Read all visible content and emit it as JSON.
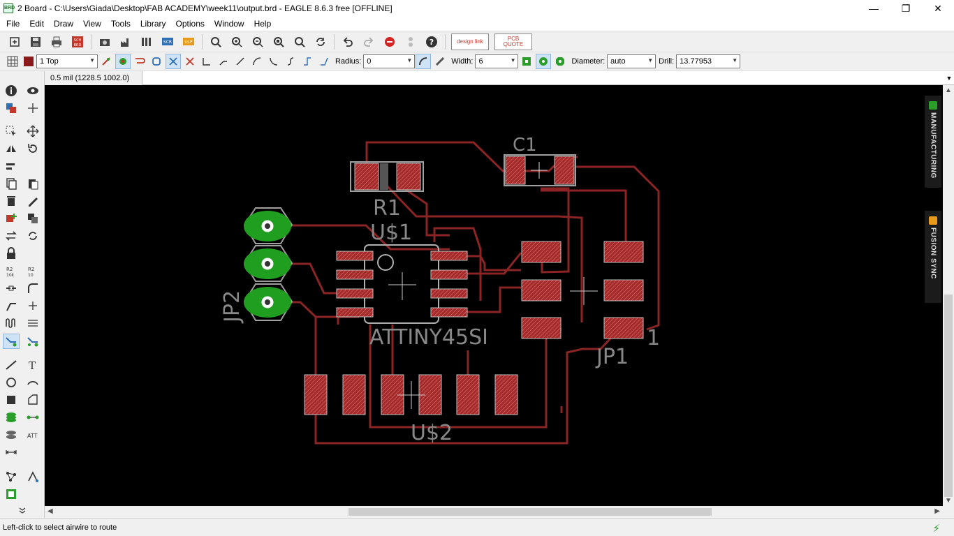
{
  "window": {
    "title": "2 Board - C:\\Users\\Giada\\Desktop\\FAB ACADEMY\\week11\\output.brd - EAGLE 8.6.3 free [OFFLINE]",
    "icon_text": "BRD",
    "minimize_glyph": "—",
    "restore_glyph": "❐",
    "close_glyph": "✕"
  },
  "menu": [
    "File",
    "Edit",
    "Draw",
    "View",
    "Tools",
    "Library",
    "Options",
    "Window",
    "Help"
  ],
  "toolbar": {
    "design_link_label": "design link",
    "pcb_quote_label": "PCB QUOTE"
  },
  "params": {
    "layer": "1 Top",
    "radius_label": "Radius:",
    "radius_value": "0",
    "width_label": "Width:",
    "width_value": "6",
    "diameter_label": "Diameter:",
    "diameter_value": "auto",
    "drill_label": "Drill:",
    "drill_value": "13.77953"
  },
  "coord_display": "0.5 mil (1228.5 1002.0)",
  "command_value": "",
  "board": {
    "labels": {
      "c1": "C1",
      "r1": "R1",
      "u1": "U$1",
      "attiny": "ATTINY45SI",
      "jp1": "JP1",
      "jp1_pin": "1",
      "jp2": "JP2",
      "u2": "U$2"
    },
    "trace_color": "#8b2424",
    "pad_color": "#b03030",
    "via_color": "#1f9e1f"
  },
  "side_panels": {
    "manufacturing": "MANUFACTURING",
    "fusion_sync": "FUSION SYNC"
  },
  "status": {
    "message": "Left-click to select airwire to route",
    "light": "⚡"
  }
}
